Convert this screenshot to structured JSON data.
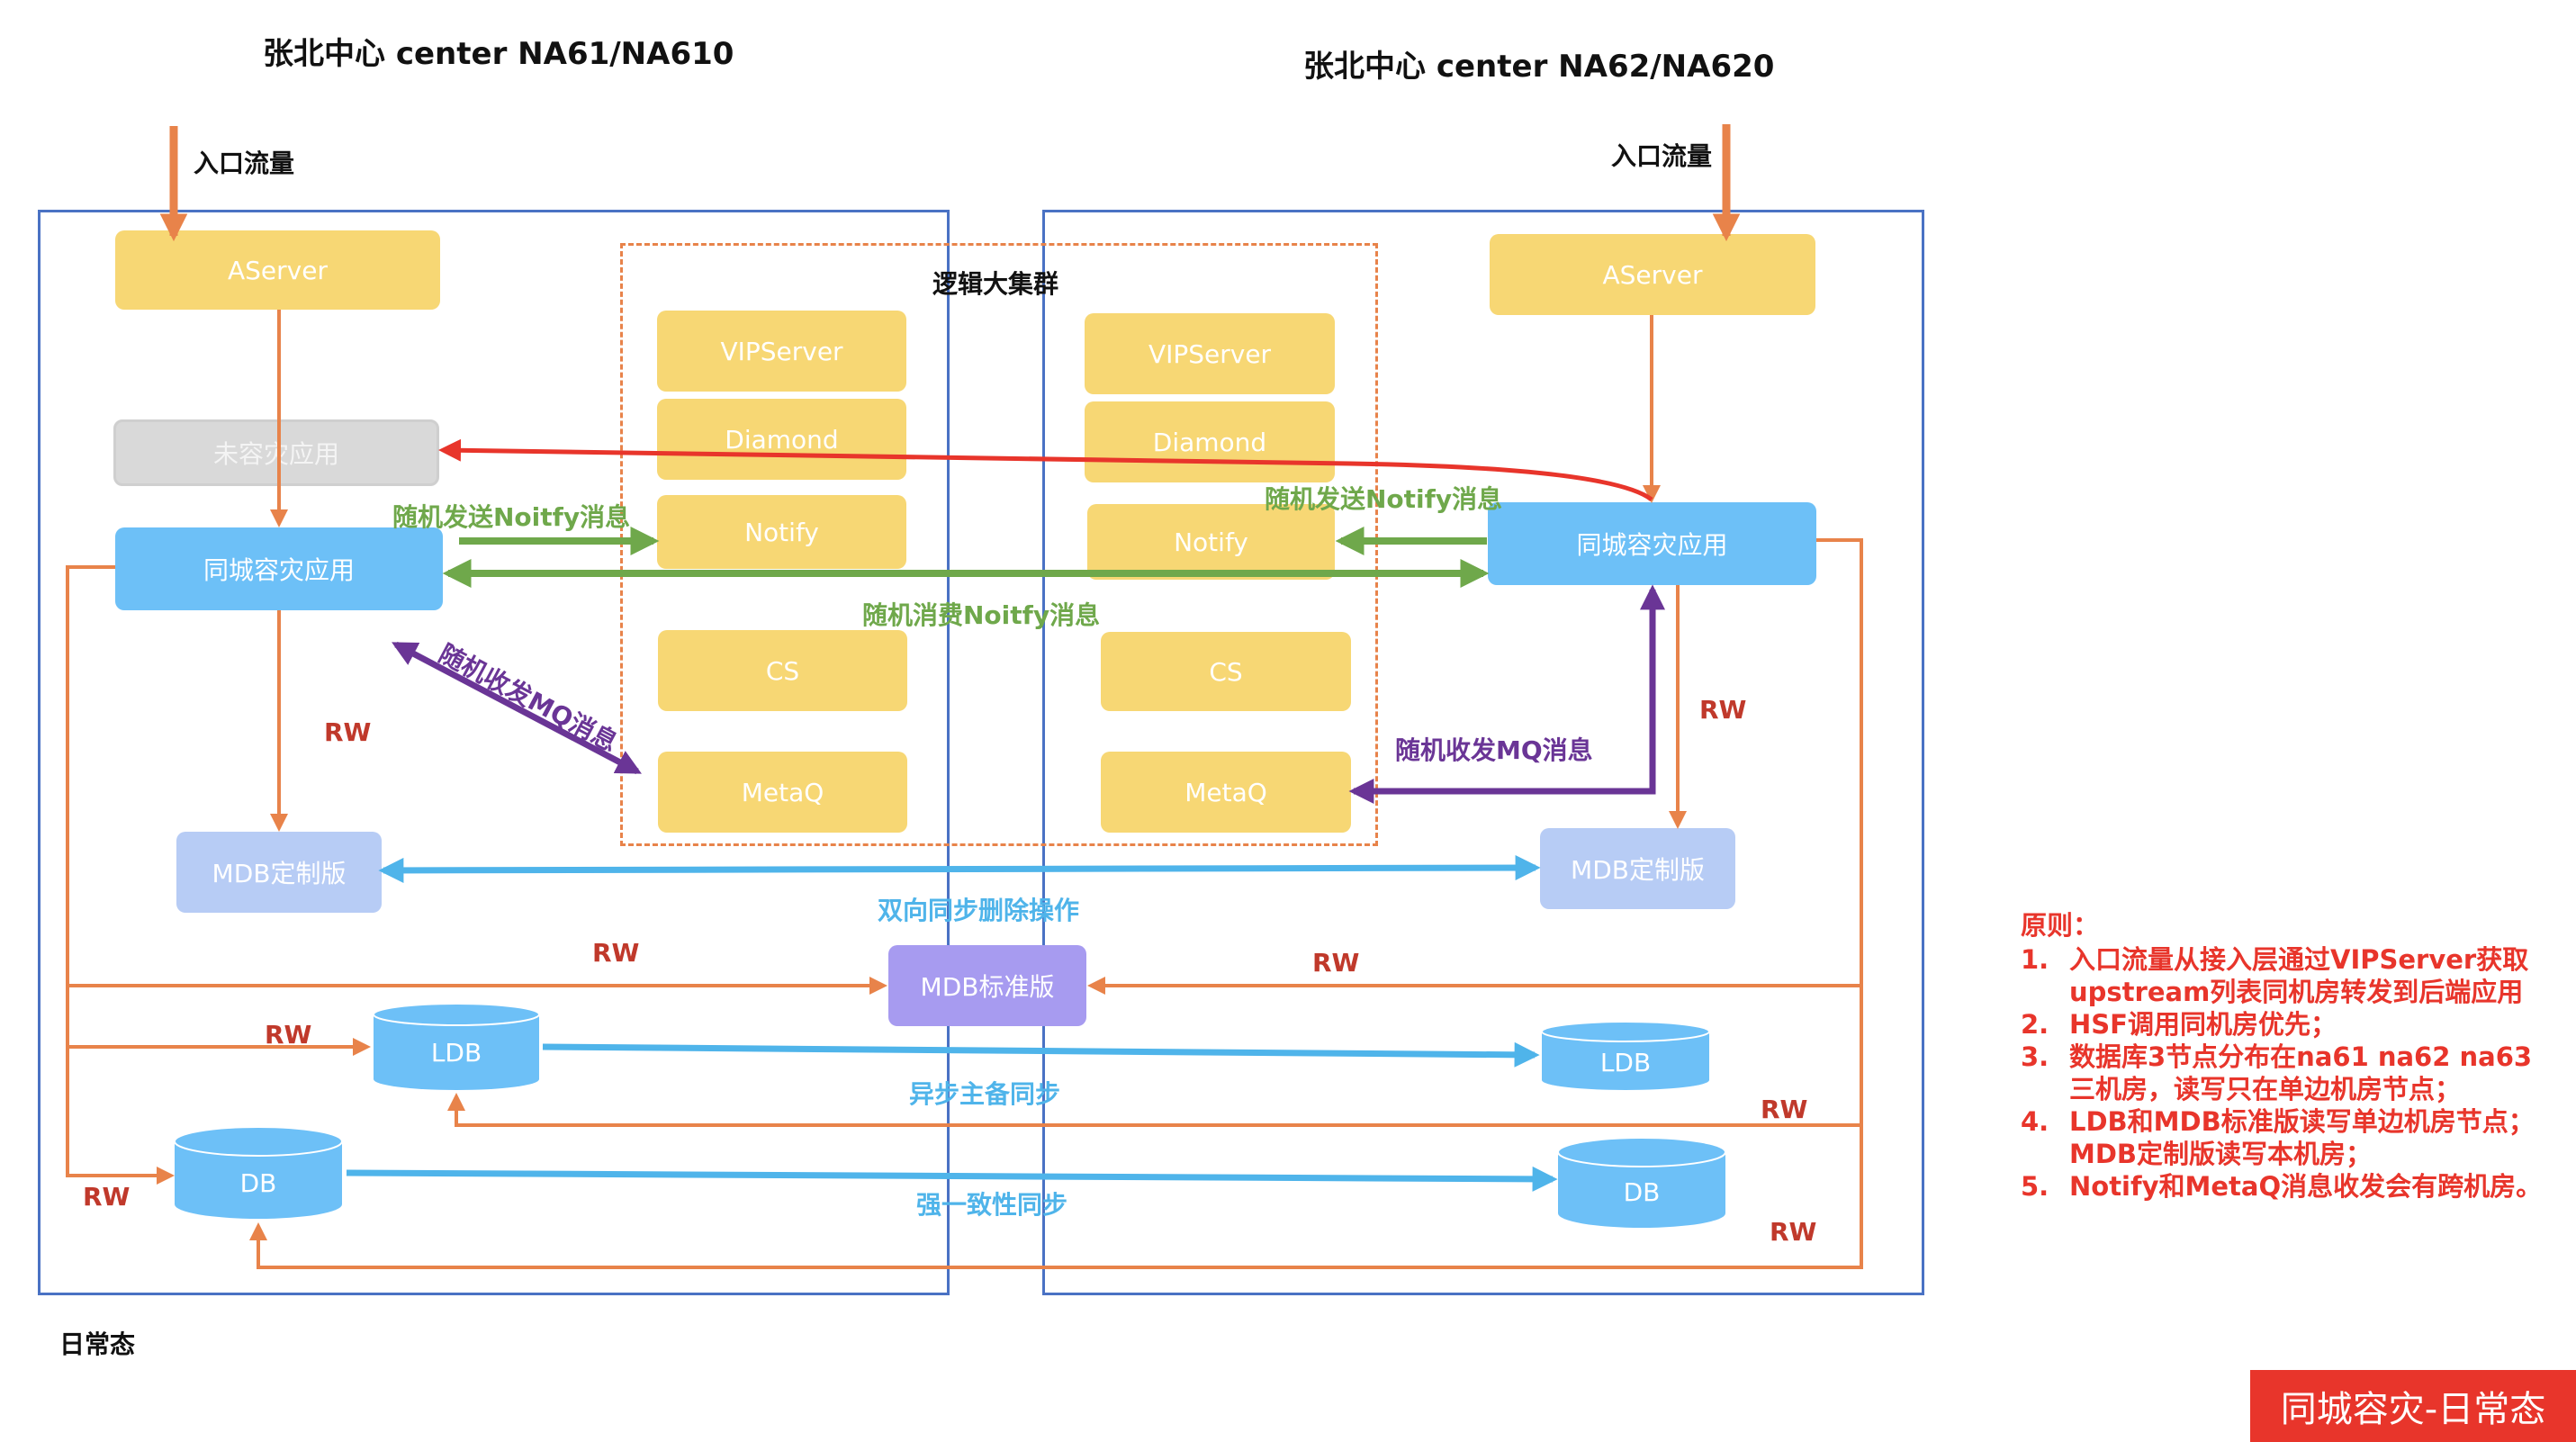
{
  "titles": {
    "left": "张北中心 center NA61/NA610",
    "right": "张北中心 center NA62/NA620"
  },
  "entry_traffic": {
    "left": "入口流量",
    "right": "入口流量"
  },
  "logical_cluster": "逻辑大集群",
  "left_dc": {
    "aserver": "AServer",
    "non_dr_app": "未容灾应用",
    "dr_app": "同城容灾应用",
    "mdb_custom": "MDB定制版",
    "ldb": "LDB",
    "db": "DB"
  },
  "right_dc": {
    "aserver": "AServer",
    "dr_app": "同城容灾应用",
    "mdb_custom": "MDB定制版",
    "ldb": "LDB",
    "db": "DB"
  },
  "cluster_left": [
    "VIPServer",
    "Diamond",
    "Notify",
    "CS",
    "MetaQ"
  ],
  "cluster_right": [
    "VIPServer",
    "Diamond",
    "Notify",
    "CS",
    "MetaQ"
  ],
  "mdb_standard": "MDB标准版",
  "annotations": {
    "send_notify_left": "随机发送Noitfy消息",
    "send_notify_right": "随机发送Notify消息",
    "consume_notify": "随机消费Noitfy消息",
    "mq_left": "随机收发MQ消息",
    "mq_right": "随机收发MQ消息",
    "bidirectional_sync": "双向同步删除操作",
    "async_sync": "异步主备同步",
    "strong_sync": "强一致性同步",
    "rw": "RW"
  },
  "daily_state": "日常态",
  "principles": {
    "heading": "原则：",
    "items": [
      {
        "num": "1.",
        "lines": [
          "入口流量从接入层通过VIPServer获取",
          "upstream列表同机房转发到后端应用"
        ]
      },
      {
        "num": "2.",
        "lines": [
          "HSF调用同机房优先；"
        ]
      },
      {
        "num": "3.",
        "lines": [
          "数据库3节点分布在na61 na62 na63",
          "三机房，读写只在单边机房节点；"
        ]
      },
      {
        "num": "4.",
        "lines": [
          "LDB和MDB标准版读写单边机房节点；",
          "MDB定制版读写本机房；"
        ]
      },
      {
        "num": "5.",
        "lines": [
          "Notify和MetaQ消息收发会有跨机房。"
        ]
      }
    ]
  },
  "badge": "同城容灾-日常态",
  "colors": {
    "frame": "#4A72C4",
    "yellow": "#F7D774",
    "blue": "#6DC0F7",
    "orange": "#E8834A",
    "red_arrow": "#E8352B",
    "green": "#6FA84B",
    "purple": "#6A3596",
    "cyan": "#4FB4EA"
  }
}
